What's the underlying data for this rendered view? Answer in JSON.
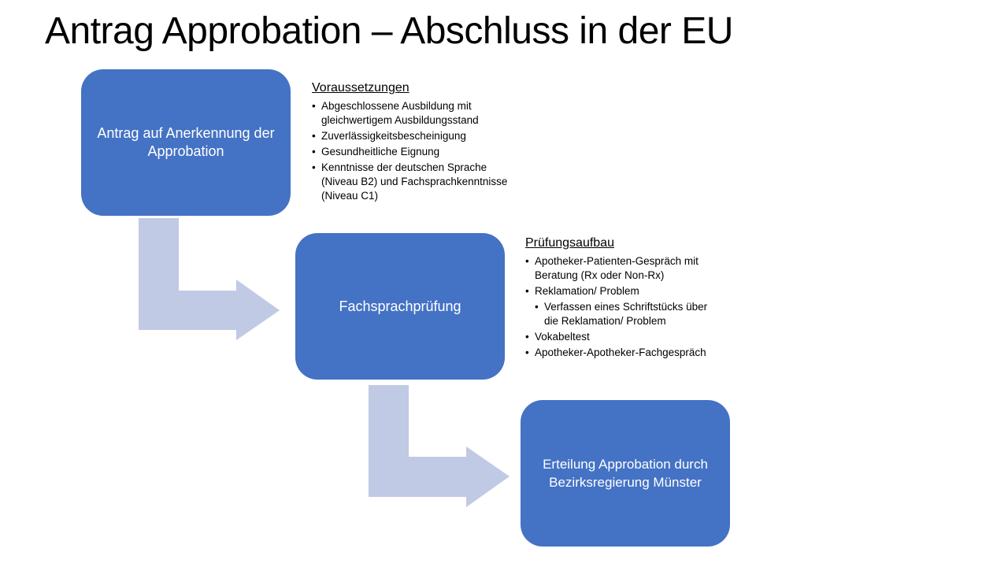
{
  "slide": {
    "title": "Antrag Approbation – Abschluss in der EU"
  },
  "steps": [
    {
      "label": "Antrag auf Anerkennung der Approbation"
    },
    {
      "label": "Fachsprachprüfung"
    },
    {
      "label": "Erteilung Approbation durch Bezirksregierung Münster"
    }
  ],
  "voraussetzungen": {
    "heading": "Voraussetzungen",
    "items": [
      "Abgeschlossene Ausbildung mit gleichwertigem Ausbildungsstand",
      "Zuverlässigkeitsbescheinigung",
      "Gesundheitliche Eignung",
      "Kenntnisse der deutschen Sprache (Niveau B2) und Fachsprachkenntnisse (Niveau C1)"
    ]
  },
  "pruefungsaufbau": {
    "heading": "Prüfungsaufbau",
    "items": [
      "Apotheker-Patienten-Gespräch mit Beratung (Rx oder Non-Rx)",
      "Reklamation/ Problem",
      "Verfassen eines Schriftstücks über die Reklamation/ Problem",
      "Vokabeltest",
      "Apotheker-Apotheker-Fachgespräch"
    ]
  },
  "colors": {
    "box_fill": "#4472c4",
    "arrow_fill": "#c1cae4",
    "box_text": "#ffffff"
  }
}
